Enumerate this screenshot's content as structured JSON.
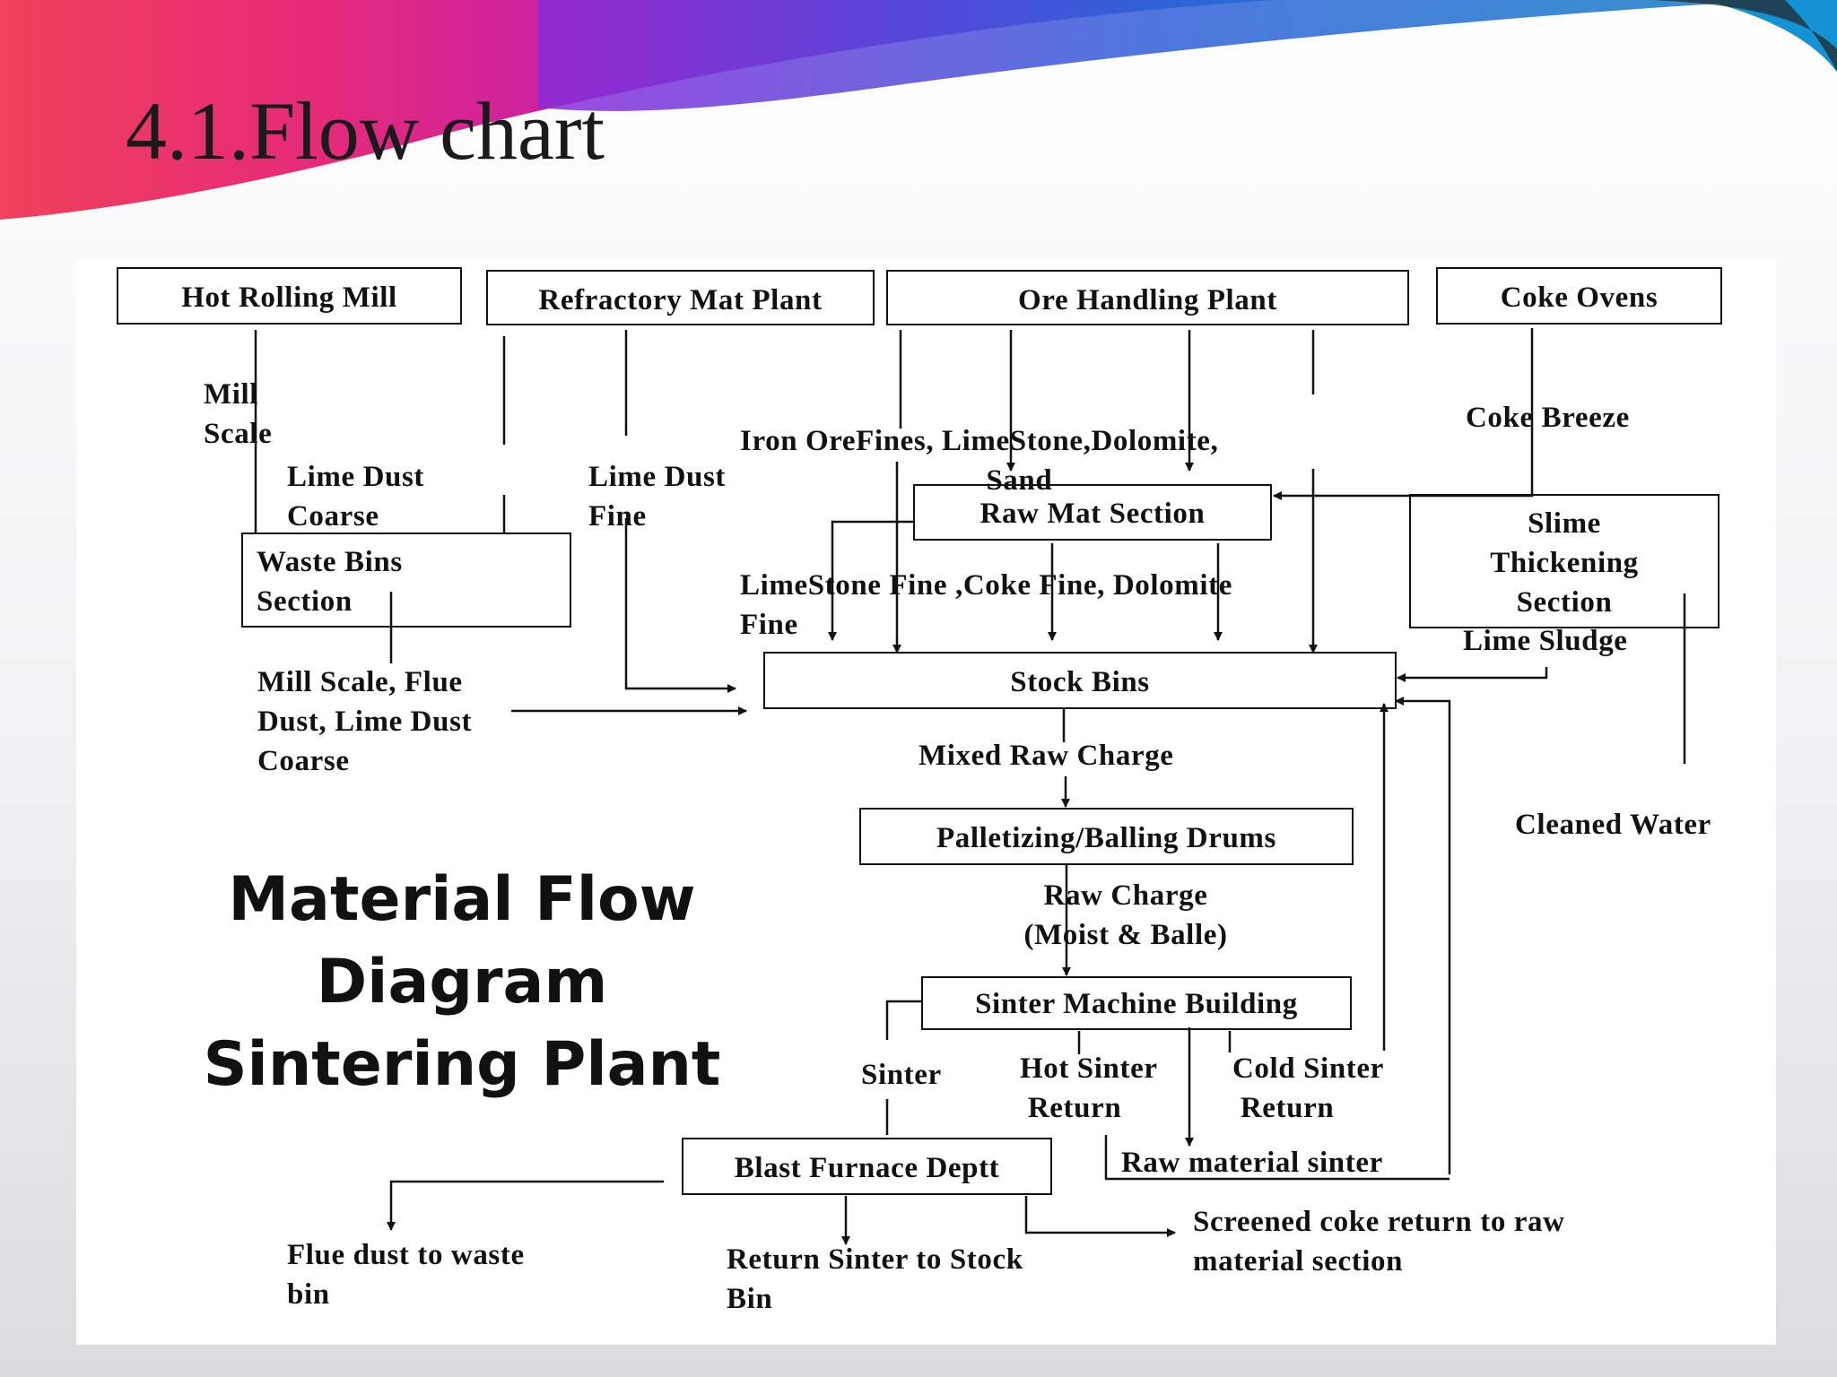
{
  "title": "4.1.Flow chart",
  "diagram_caption": "Material Flow\nDiagram\nSintering Plant",
  "nodes": {
    "hot_rolling_mill": "Hot Rolling Mill",
    "refractory_mat_plant": "Refractory Mat Plant",
    "ore_handling_plant": "Ore Handling Plant",
    "coke_ovens": "Coke Ovens",
    "raw_mat_section": "Raw Mat Section",
    "waste_bins_section": "Waste Bins\nSection",
    "slime_thickening_section": "Slime\nThickening\nSection",
    "stock_bins": "Stock Bins",
    "palletizing_balling_drums": "Palletizing/Balling Drums",
    "sinter_machine_building": "Sinter Machine Building",
    "blast_furnace_deptt": "Blast Furnace Deptt",
    "raw_material_sinter": "Raw material sinter"
  },
  "edge_labels": {
    "mill_scale": "Mill\nScale",
    "lime_dust_coarse": "Lime Dust\nCoarse",
    "lime_dust_fine": "Lime Dust\nFine",
    "iron_ore_fines": "Iron OreFines, LimeStone,Dolomite,\n                               Sand",
    "coke_breeze": "Coke Breeze",
    "limestone_fine": "LimeStone Fine ,Coke Fine, Dolomite\nFine",
    "lime_sludge": "Lime Sludge",
    "mill_scale_flue": "Mill Scale, Flue\nDust, Lime Dust\nCoarse",
    "mixed_raw_charge": "Mixed Raw Charge",
    "cleaned_water": "Cleaned Water",
    "raw_charge": "Raw Charge\n(Moist & Balle)",
    "sinter": "Sinter",
    "hot_sinter_return": "Hot Sinter\n Return",
    "cold_sinter_return": "Cold Sinter\n Return",
    "flue_dust_to_waste_bin": "Flue dust to waste\nbin",
    "return_sinter_to_stock_bin": "Return Sinter to Stock\nBin",
    "screened_coke_return": "Screened coke return to raw\nmaterial section"
  },
  "colors": {
    "banner_magenta": "#d81b8c",
    "banner_red": "#e8344a",
    "banner_purple": "#6a2fc9",
    "banner_blue": "#1f86c9",
    "text": "#111111"
  }
}
